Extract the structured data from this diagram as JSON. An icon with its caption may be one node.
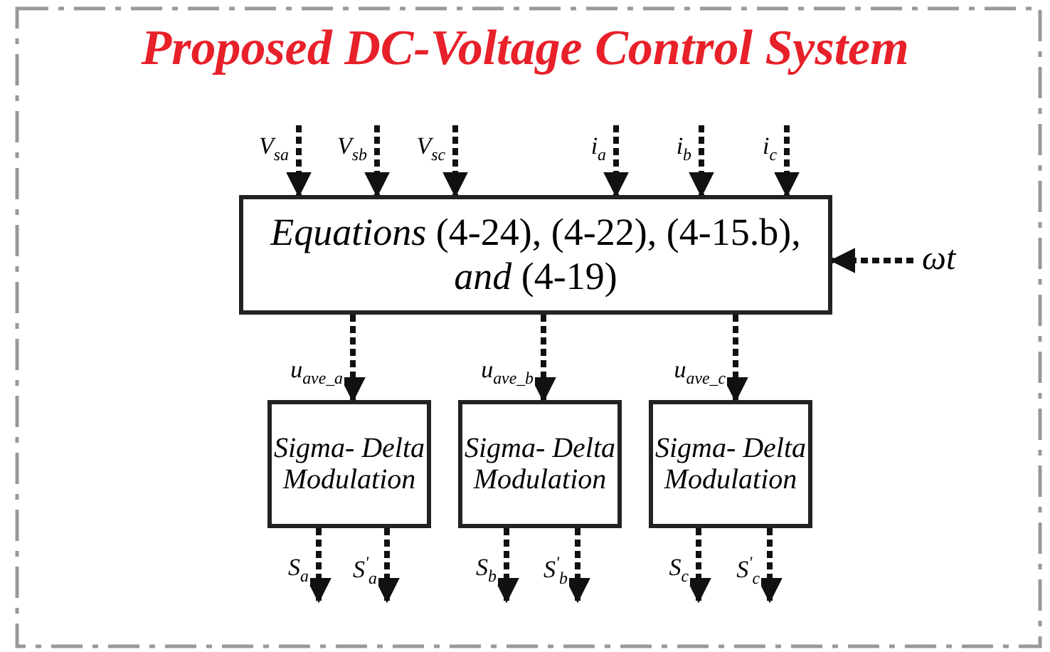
{
  "diagram": {
    "title": "Proposed DC-Voltage Control System",
    "nodes": [
      {
        "text": [
          "*Equations* (4-24), (4-22), (4-15.b), *and* (4-19)"
        ]
      },
      {
        "text": [
          "Sigma- Delta Modulation"
        ]
      },
      {
        "text": [
          "Sigma- Delta Modulation"
        ]
      },
      {
        "text": [
          "Sigma- Delta Modulation"
        ]
      }
    ],
    "edges": [
      {
        "from": null,
        "to": 0,
        "arrow": "to",
        "label": "V$_{sa}$"
      },
      {
        "from": null,
        "to": 0,
        "arrow": "to",
        "label": "V$_{sb}$"
      },
      {
        "from": null,
        "to": 0,
        "arrow": "to",
        "label": "V$_{sc}$"
      },
      {
        "from": null,
        "to": 0,
        "arrow": "to",
        "label": "i$_{a}$"
      },
      {
        "from": null,
        "to": 0,
        "arrow": "to",
        "label": "i$_{b}$"
      },
      {
        "from": null,
        "to": 0,
        "arrow": "to",
        "label": "i$_{c}$"
      },
      {
        "from": null,
        "to": 0,
        "arrow": "to",
        "label": "ωt"
      },
      {
        "from": 0,
        "to": 1,
        "arrow": "to",
        "label": "u$_{ave_a}$"
      },
      {
        "from": 0,
        "to": 2,
        "arrow": "to",
        "label": "u$_{ave_b}$"
      },
      {
        "from": 0,
        "to": 3,
        "arrow": "to",
        "label": "u$_{ave_c}$"
      },
      {
        "from": 1,
        "to": null,
        "arrow": "to",
        "label": "S$_{a}$"
      },
      {
        "from": 1,
        "to": null,
        "arrow": "to",
        "label": "S$^{'}$$_{a}$"
      },
      {
        "from": 2,
        "to": null,
        "arrow": "to",
        "label": "S$_{b}$"
      },
      {
        "from": 2,
        "to": null,
        "arrow": "to",
        "label": "S$^{'}$$_{b}$"
      },
      {
        "from": 3,
        "to": null,
        "arrow": "to",
        "label": "S$_{c}$"
      },
      {
        "from": 3,
        "to": null,
        "arrow": "to",
        "label": "S$^{'}$$_{c}$"
      }
    ]
  }
}
